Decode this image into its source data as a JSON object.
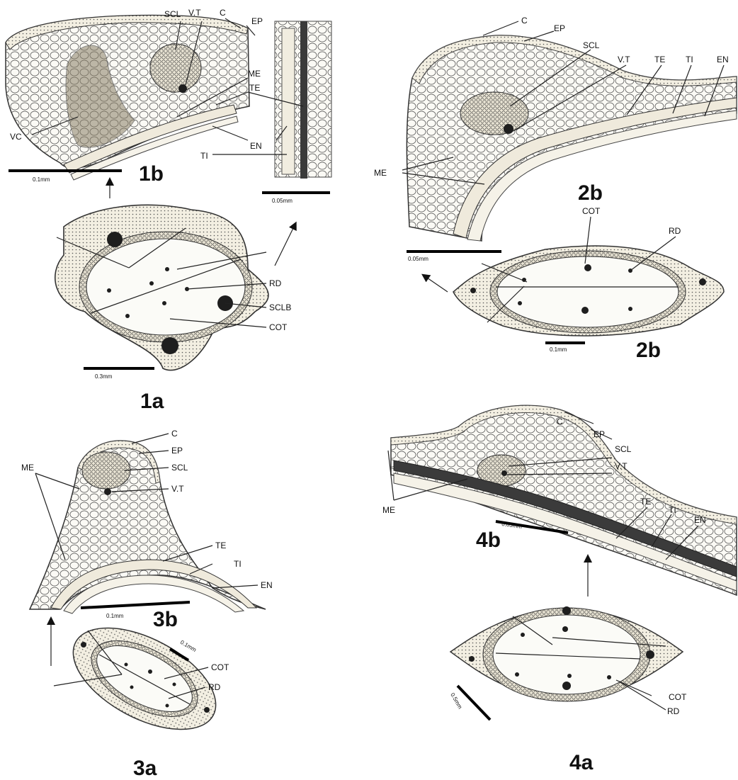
{
  "panels": {
    "p1b": {
      "title": "1b",
      "labels": {
        "scl": "SCL",
        "vt": "V.T",
        "c": "C",
        "ep": "EP",
        "me": "ME",
        "te": "TE",
        "en": "EN",
        "ti": "TI",
        "vc": "VC"
      },
      "scale_main": "0.1mm",
      "scale_side": "0.05mm"
    },
    "p1a": {
      "title": "1a",
      "labels": {
        "rd": "RD",
        "sclb": "SCLB",
        "cot": "COT"
      },
      "scale": "0.3mm"
    },
    "p2b_top": {
      "title": "2b",
      "labels": {
        "c": "C",
        "ep": "EP",
        "scl": "SCL",
        "vt": "V.T",
        "te": "TE",
        "ti": "TI",
        "en": "EN",
        "me": "ME"
      },
      "scale": "0.05mm"
    },
    "p2b_bottom": {
      "title": "2b",
      "labels": {
        "cot": "COT",
        "rd": "RD"
      },
      "scale": "0.1mm"
    },
    "p3b": {
      "title": "3b",
      "labels": {
        "c": "C",
        "ep": "EP",
        "scl": "SCL",
        "vt": "V.T",
        "me": "ME",
        "te": "TE",
        "ti": "TI",
        "en": "EN"
      },
      "scale": "0.1mm"
    },
    "p3a": {
      "title": "3a",
      "labels": {
        "cot": "COT",
        "rd": "RD"
      },
      "scale": "0.1mm"
    },
    "p4b": {
      "title": "4b",
      "labels": {
        "c": "C",
        "ep": "EP",
        "scl": "SCL",
        "vt": "V.T",
        "me": "ME",
        "te": "TE",
        "ti": "TI",
        "en": "EN"
      },
      "scale": "0.05mm"
    },
    "p4a": {
      "title": "4a",
      "labels": {
        "cot": "COT",
        "rd": "RD"
      },
      "scale": "0.5mm"
    }
  }
}
